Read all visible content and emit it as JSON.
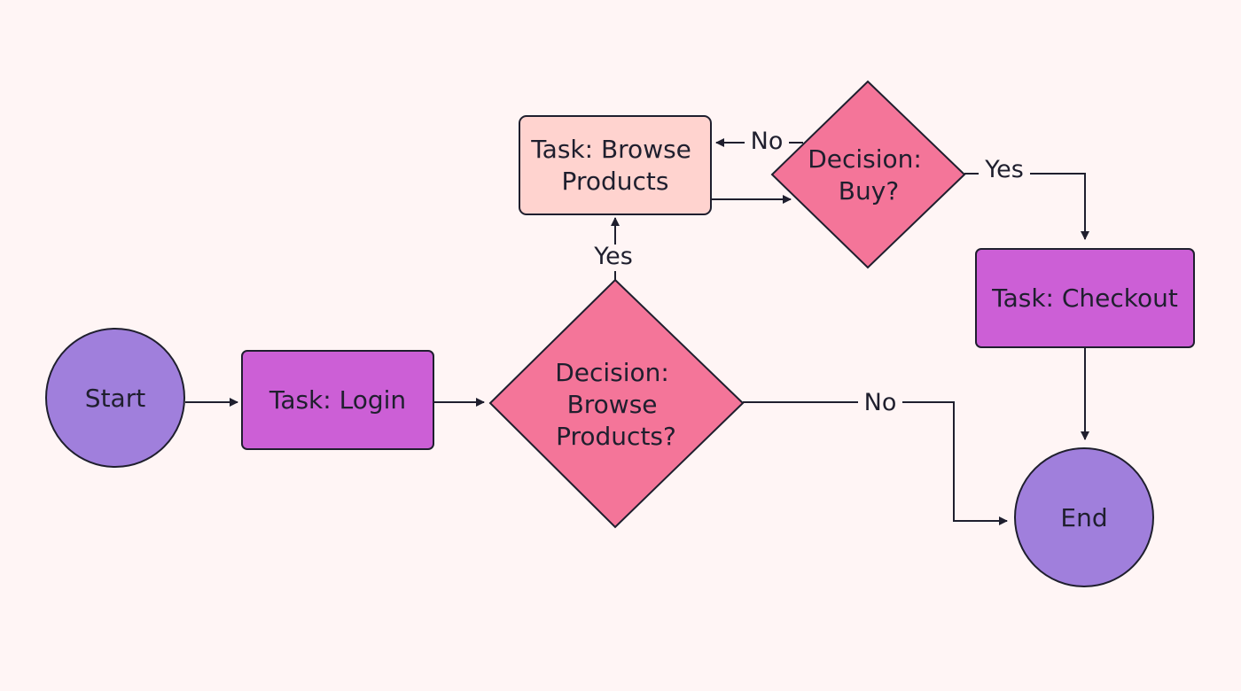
{
  "colors": {
    "background": "#fff5f5",
    "terminal": "#a07fdc",
    "task": "#cc5fd6",
    "task_light": "#ffd3cf",
    "decision": "#f47599",
    "stroke": "#1f1f2e"
  },
  "nodes": {
    "start": {
      "label": "Start"
    },
    "login": {
      "label": "Task: Login"
    },
    "decision_browse": {
      "lines": [
        "Decision:",
        "Browse",
        "Products?"
      ]
    },
    "browse": {
      "lines": [
        "Task: Browse",
        "Products"
      ]
    },
    "decision_buy": {
      "lines": [
        "Decision:",
        "Buy?"
      ]
    },
    "checkout": {
      "label": "Task: Checkout"
    },
    "end": {
      "label": "End"
    }
  },
  "edges": {
    "browse_yes": "Yes",
    "buy_no": "No",
    "buy_yes": "Yes",
    "browse_no": "No"
  }
}
